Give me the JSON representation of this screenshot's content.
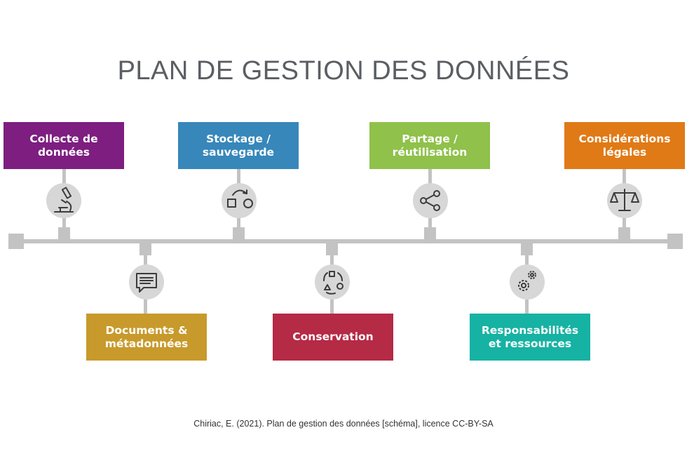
{
  "title": "PLAN DE GESTION DES DONNÉES",
  "credit": "Chiriac, E. (2021). Plan de gestion des données [schéma], licence CC-BY-SA",
  "colors": {
    "line": "#c3c3c3",
    "icon_circle": "#d7d7d7",
    "icon_stroke": "#3c3c3c"
  },
  "steps": {
    "collecte": {
      "label_1": "Collecte de",
      "label_2": "données",
      "color": "#7d1e80",
      "icon": "microscope-icon"
    },
    "documents": {
      "label_1": "Documents &",
      "label_2": "métadonnées",
      "color": "#c89a2c",
      "icon": "message-icon"
    },
    "stockage": {
      "label_1": "Stockage /",
      "label_2": "sauvegarde",
      "color": "#3787ba",
      "icon": "storage-shapes-icon"
    },
    "conservation": {
      "label_1": "Conservation",
      "color": "#b52a45",
      "icon": "cycle-shapes-icon"
    },
    "partage": {
      "label_1": "Partage /",
      "label_2": "réutilisation",
      "color": "#8fc14b",
      "icon": "share-icon"
    },
    "responsabilites": {
      "label_1": "Responsabilités",
      "label_2": "et ressources",
      "color": "#16b2a3",
      "icon": "gears-icon"
    },
    "considerations": {
      "label_1": "Considérations",
      "label_2": "légales",
      "color": "#e07a16",
      "icon": "scales-icon"
    }
  }
}
